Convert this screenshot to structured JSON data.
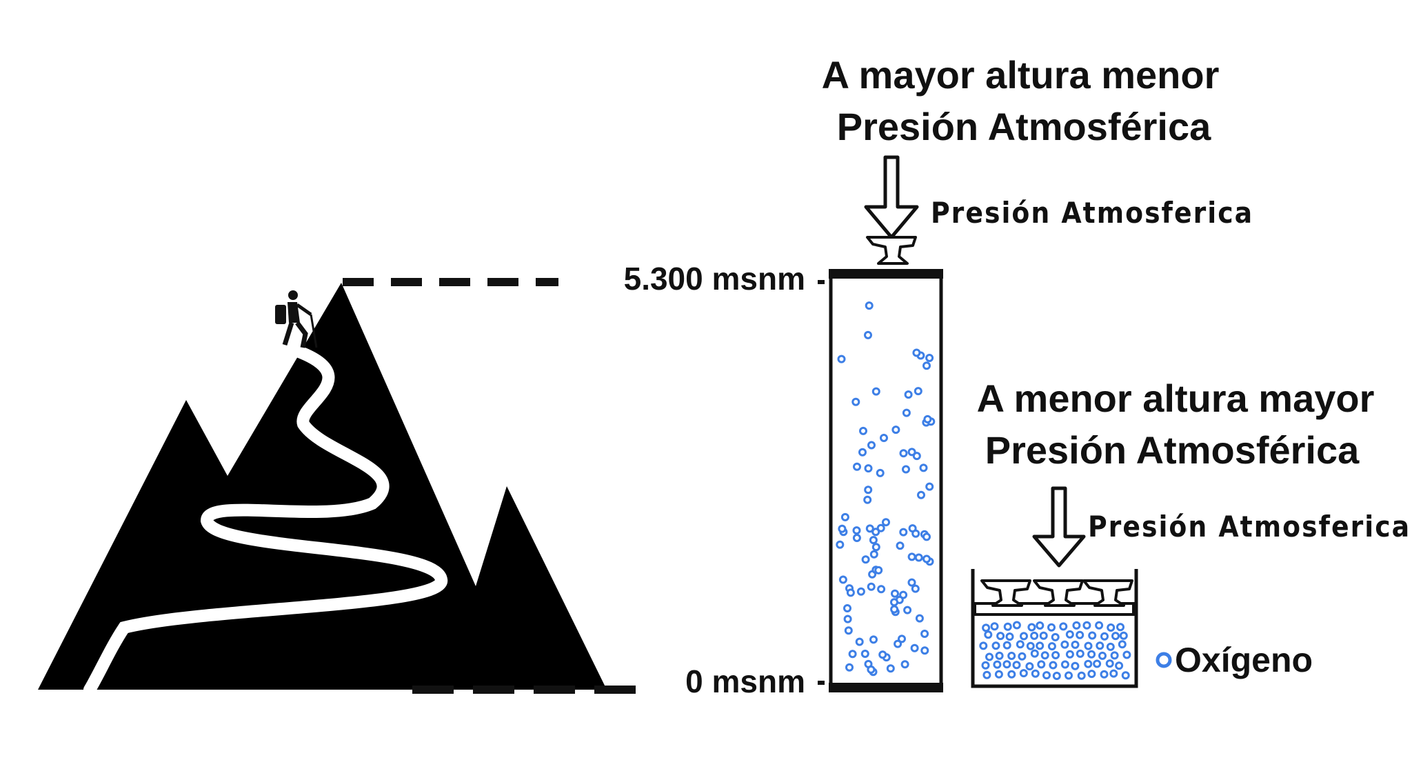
{
  "diagram": {
    "title_top": {
      "line1": "A mayor altura menor",
      "line2": "Presión Atmosférica"
    },
    "title_bottom": {
      "line1": "A menor altura mayor",
      "line2": "Presión Atmosférica"
    },
    "pressure_label_top": "Presión Atmosferica",
    "pressure_label_bottom": "Presión Atmosferica",
    "altitude_high": "5.300 msnm",
    "altitude_low": "0 msnm",
    "legend_label": "Oxígeno",
    "high_anvil_count": 1,
    "low_anvil_count": 3,
    "colors": {
      "ink": "#111111",
      "oxygen": "#3d7fe6",
      "background": "#ffffff"
    },
    "icons": [
      "mountain-icon",
      "hiker-icon",
      "anvil-icon",
      "down-arrow-icon",
      "oxygen-dot-icon"
    ]
  }
}
